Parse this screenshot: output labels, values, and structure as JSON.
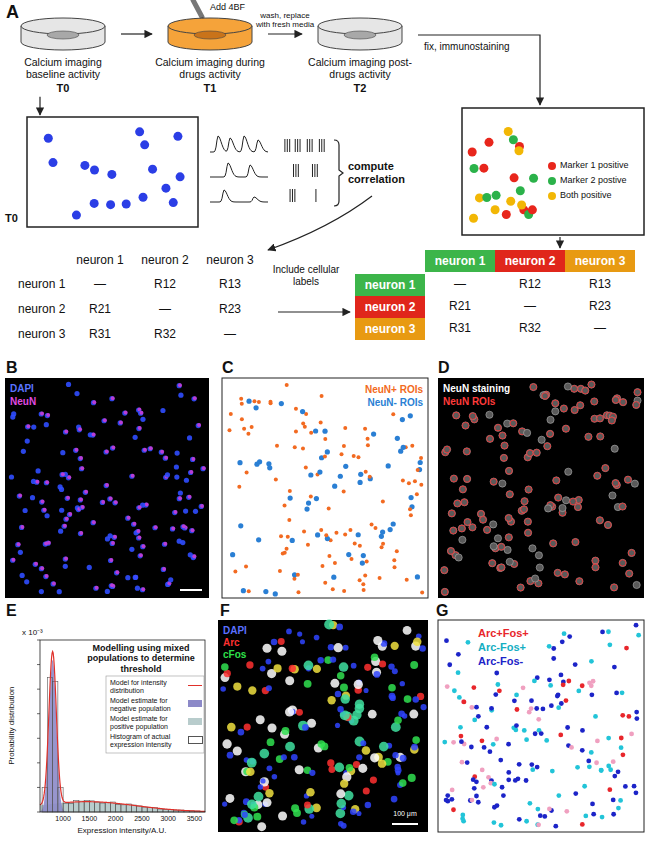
{
  "diagram": {
    "nodes": [
      {
        "text": [
          "Calcium imaging baseline activity",
          "T0"
        ]
      },
      {
        "text": [
          "Calcium imaging during drugs activity",
          "T1"
        ]
      },
      {
        "text": [
          "Calcium imaging post-drugs activity",
          "T2"
        ]
      },
      {
        "text": [
          "T0"
        ]
      },
      {
        "text": [
          "neuron 1"
        ]
      },
      {
        "text": [
          "neuron 2"
        ]
      },
      {
        "text": [
          "neuron 3"
        ]
      },
      {
        "text": [
          "neuron 1"
        ]
      },
      {
        "text": [
          "neuron 2"
        ]
      },
      {
        "text": [
          "neuron 3"
        ]
      }
    ],
    "edges": [
      {
        "from": 0,
        "to": 1,
        "arrow": "to"
      },
      {
        "from": 1,
        "to": 2,
        "label": "wash, replace with fresh media",
        "arrow": "to"
      },
      {
        "from": 0,
        "to": 3,
        "arrow": "to"
      }
    ],
    "labels": [
      "A",
      "Add 4BF",
      "fix, immunostaining",
      "compute correlation",
      "neuron 1",
      "neuron 2",
      "neuron 3",
      "neuron 1",
      "—",
      "R12",
      "R13",
      "neuron 2",
      "R21",
      "—",
      "R23",
      "neuron 3",
      "R31",
      "R32",
      "—",
      "Include cellular labels",
      "—",
      "R12",
      "R13",
      "R21",
      "—",
      "R23",
      "R31",
      "R32",
      "—",
      "B",
      "DAPI",
      "NeuN",
      "C",
      "NeuN+ ROIs",
      "NeuN- ROIs",
      "D",
      "NeuN staining",
      "NeuN ROIs",
      "E",
      "x 10⁻³",
      "Modelling using mixed populations to determine threshold",
      "Probability distribution",
      "1000",
      "1500",
      "2000",
      "2500",
      "3000",
      "3500",
      "Expression intensity/A.U.",
      "F",
      "DAPI",
      "Arc",
      "cFos",
      "100 μm",
      "G",
      "Arc+Fos+",
      "Arc-Fos+",
      "Arc-Fos-"
    ],
    "legend": [
      {
        "text": "Marker 1 positive",
        "color": "#e8261c"
      },
      {
        "text": "Marker 2 postive",
        "color": "#2bb24a"
      },
      {
        "text": "Both positive",
        "color": "#f2b705"
      },
      {
        "text": "Model for intensity distribution"
      },
      {
        "text": "Model estimate for negative population",
        "color": "#8c89c8"
      },
      {
        "text": "Model estimate for positive population",
        "color": "#b8cccc"
      },
      {
        "text": "Histogram of actual expression intensity"
      }
    ]
  }
}
